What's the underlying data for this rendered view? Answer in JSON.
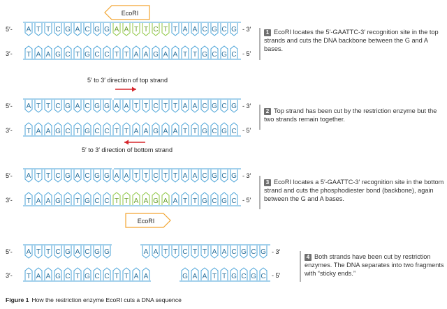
{
  "labels": {
    "five_prime": "5′-",
    "three_prime": "3′-",
    "end_three": "- 3′",
    "end_five": "- 5′"
  },
  "sequence": {
    "top": [
      "A",
      "T",
      "T",
      "C",
      "G",
      "A",
      "C",
      "G",
      "G",
      "A",
      "A",
      "T",
      "T",
      "C",
      "T",
      "T",
      "A",
      "A",
      "C",
      "G",
      "C",
      "G"
    ],
    "bottom": [
      "T",
      "A",
      "A",
      "G",
      "C",
      "T",
      "G",
      "C",
      "C",
      "T",
      "T",
      "A",
      "A",
      "G",
      "A",
      "A",
      "T",
      "T",
      "G",
      "C",
      "G",
      "C"
    ]
  },
  "enzyme": {
    "name": "EcoRI"
  },
  "direction_labels": {
    "top": "5′ to 3′ direction of top strand",
    "bottom": "5′ to 3′ direction of bottom strand"
  },
  "steps": [
    {
      "num": "1",
      "text": "EcoRI locates the 5′-GAATTC-3′ recognition site in the top strands and cuts the DNA backbone between the G and A bases."
    },
    {
      "num": "2",
      "text": "Top strand has been cut by the restriction enzyme but the two strands remain together."
    },
    {
      "num": "3",
      "text": "EcoRI locates a 5′-GAATTC-3′ recognition site in the bottom strand and cuts the phosphodiester bond (backbone), again between the G and A bases."
    },
    {
      "num": "4",
      "text": "Both strands have been cut by restriction enzymes. The DNA separates into two fragments with “sticky ends.”"
    }
  ],
  "caption": {
    "label": "Figure 1",
    "text": "How the restriction enzyme EcoRI cuts a DNA sequence"
  },
  "colors": {
    "strand_line": "#4aa3d8",
    "base_outline": "#4aa3d8",
    "recognition_site": "#8cc63f",
    "enzyme_outline": "#f3a531",
    "arrow": "#d6262c"
  }
}
